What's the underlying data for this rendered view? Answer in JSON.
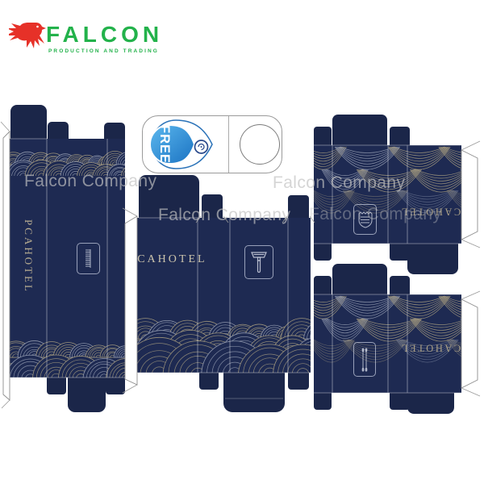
{
  "page": {
    "background": "#ffffff"
  },
  "brand": {
    "name": "FALCON",
    "tagline": "PRODUCTION AND TRADING",
    "text_color": "#23b24b",
    "falcon_icon_color": "#e63128"
  },
  "watermark": {
    "text": "Falcon Company",
    "color": "#c2c2c2"
  },
  "packaging": {
    "hotel_name": "PCAHOTEL",
    "navy": "#1e2a52",
    "pattern_gold": "#a89d80",
    "pattern_silver": "#99a1b5",
    "label_color": "#c9c1a8",
    "icons": {
      "left_box": "comb-icon",
      "middle_box": "razor-icon",
      "top_right_box": "dental-kit-icon",
      "bottom_right_box": "cotton-swab-icon"
    }
  },
  "tag": {
    "free_label": "FREE",
    "drop_blue": "#2f93dd"
  }
}
